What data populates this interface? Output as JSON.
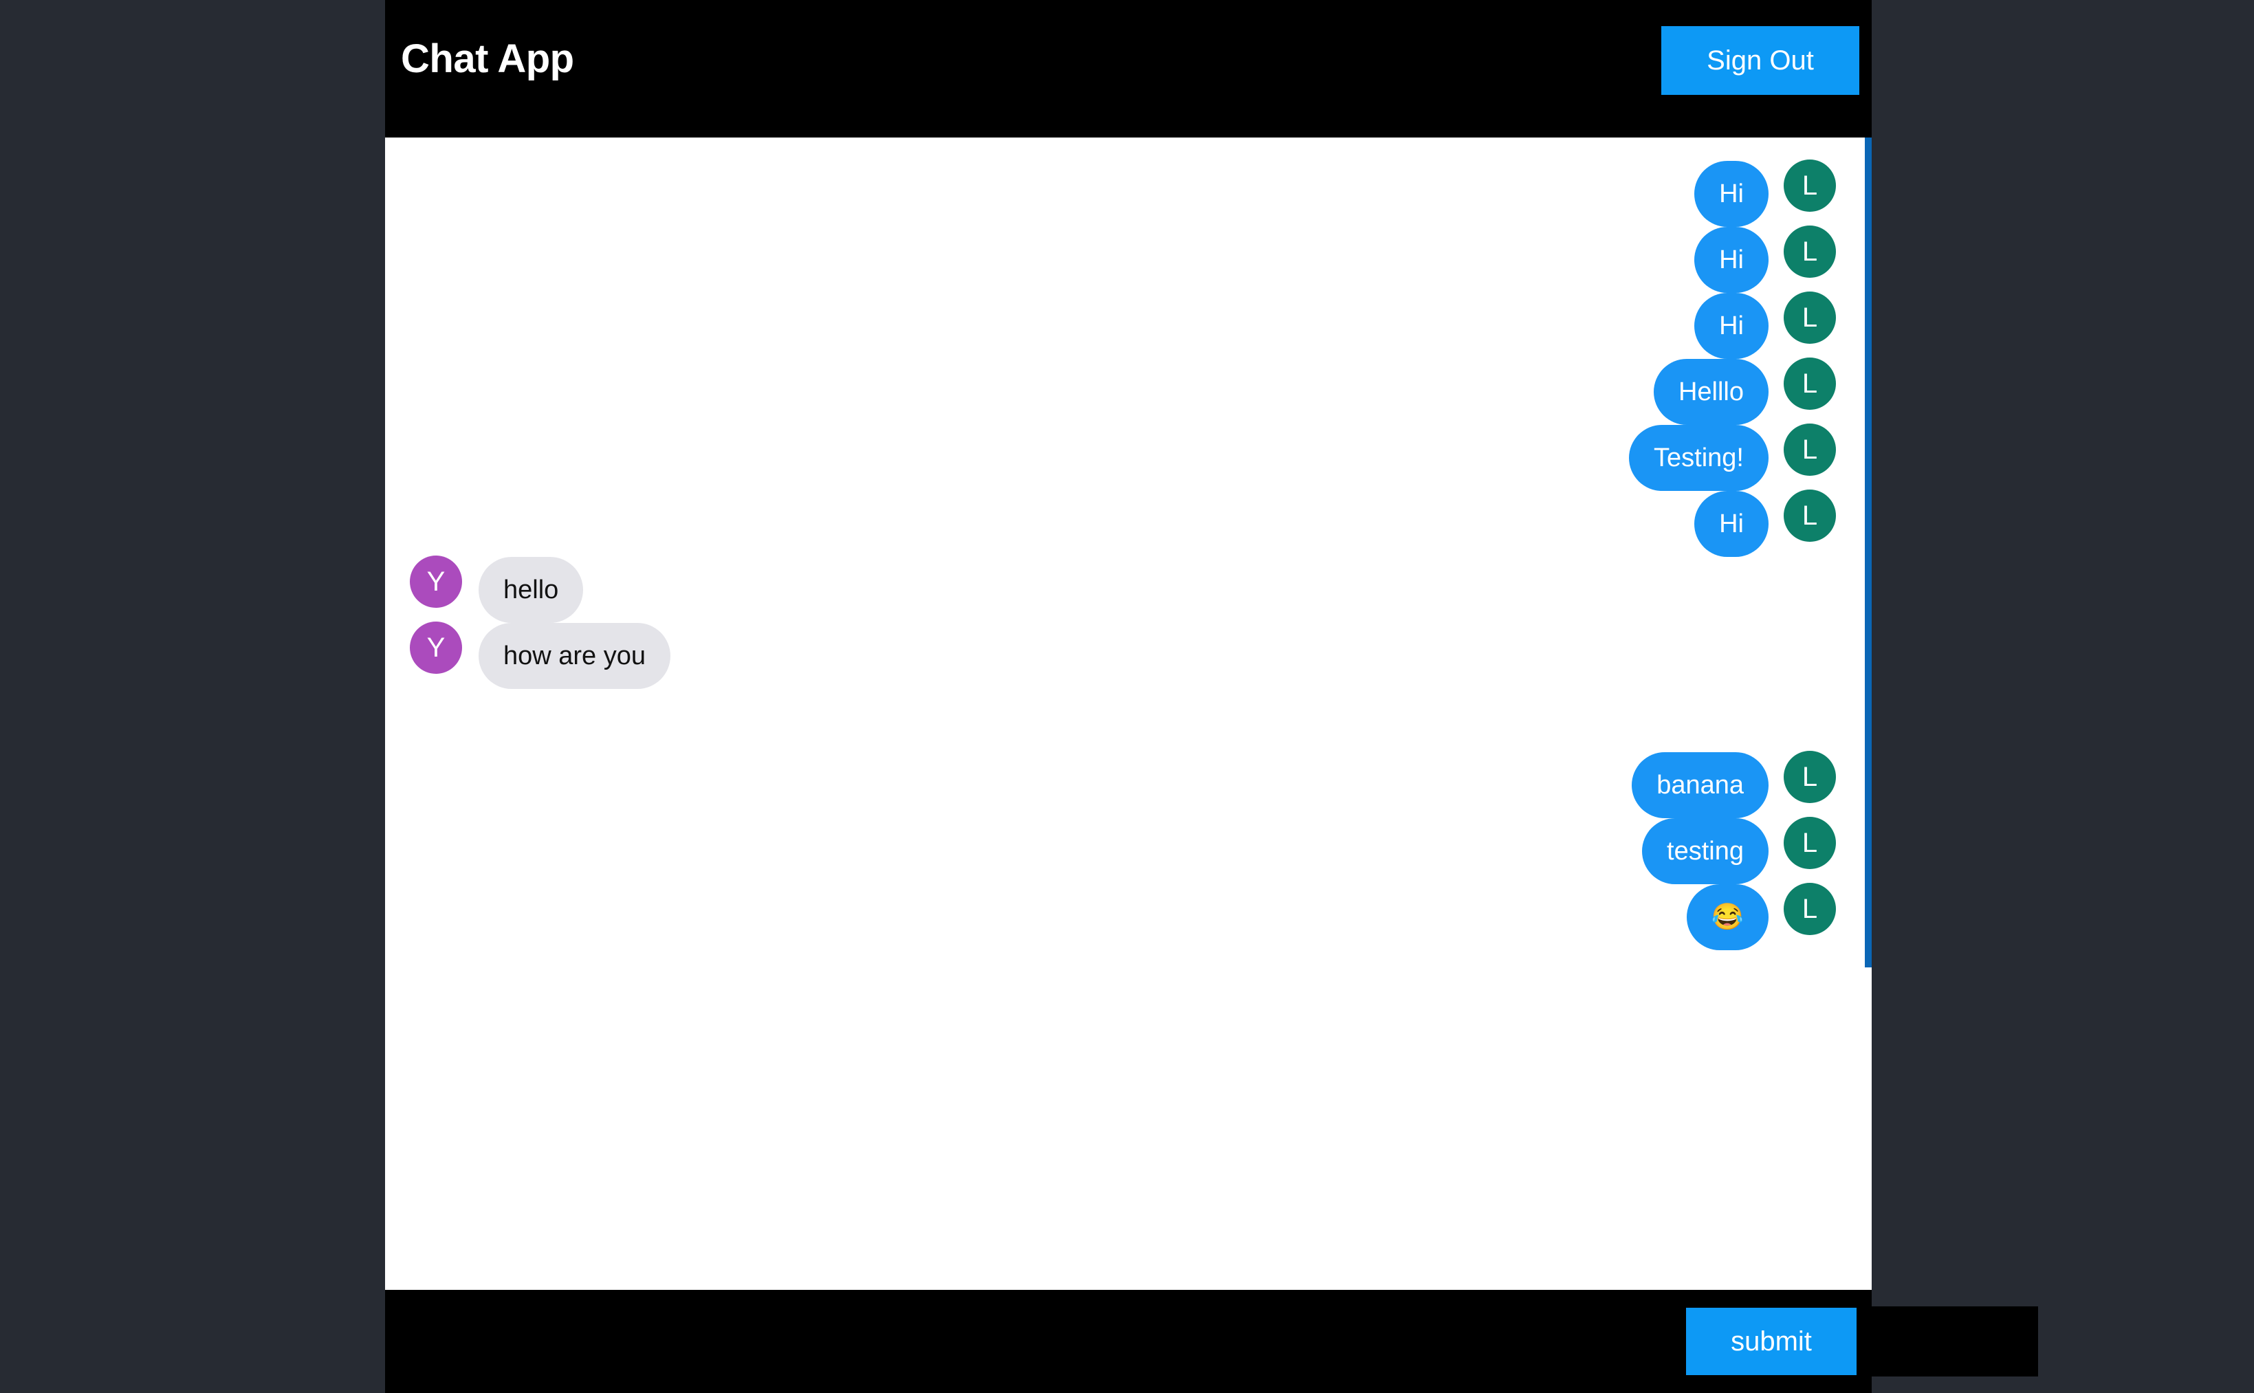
{
  "page": {
    "background_color": "#272b33"
  },
  "header": {
    "title": "Chat App",
    "background_color": "#000000",
    "sign_out_label": "Sign Out",
    "accent_color": "#0d99f5"
  },
  "chat": {
    "background_color": "#ffffff",
    "sent_bubble_color": "#1a95f5",
    "sent_text_color": "#ffffff",
    "sent_avatar_color": "#0d8069",
    "received_bubble_color": "#e4e4e9",
    "received_text_color": "#121212",
    "received_avatar_color": "#ab4bbd",
    "scrollbar_thumb_color": "#0a66b5",
    "messages": [
      {
        "id": 0,
        "direction": "sent",
        "avatar": "L",
        "text": "Hi"
      },
      {
        "id": 1,
        "direction": "sent",
        "avatar": "L",
        "text": "Hi"
      },
      {
        "id": 2,
        "direction": "sent",
        "avatar": "L",
        "text": "Hi"
      },
      {
        "id": 3,
        "direction": "sent",
        "avatar": "L",
        "text": "Helllo"
      },
      {
        "id": 4,
        "direction": "sent",
        "avatar": "L",
        "text": "Testing!"
      },
      {
        "id": 5,
        "direction": "sent",
        "avatar": "L",
        "text": "Hi"
      },
      {
        "id": 6,
        "direction": "received",
        "avatar": "Y",
        "text": "hello"
      },
      {
        "id": 7,
        "direction": "received",
        "avatar": "Y",
        "text": "how are you"
      },
      {
        "id": 8,
        "direction": "sent",
        "avatar": "L",
        "text": "banana"
      },
      {
        "id": 9,
        "direction": "sent",
        "avatar": "L",
        "text": "testing"
      },
      {
        "id": 10,
        "direction": "sent",
        "avatar": "L",
        "text": "😂"
      }
    ]
  },
  "composer": {
    "background_color": "#000000",
    "input_value": "",
    "input_placeholder": "",
    "submit_label": "submit",
    "accent_color": "#0d99f5"
  }
}
